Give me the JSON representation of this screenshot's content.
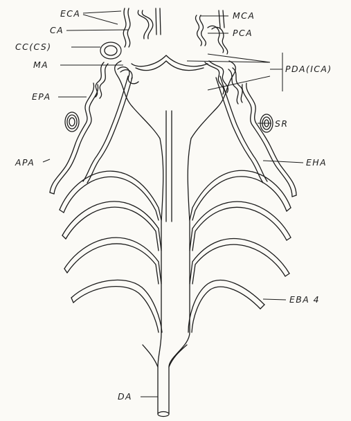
{
  "labels": {
    "eca": "ECA",
    "ca": "CA",
    "cc": "CC(CS)",
    "ma": "MA",
    "epa": "EPA",
    "apa": "APA",
    "mca": "MCA",
    "pca": "PCA",
    "pda": "PDA(ICA)",
    "sr": "SR",
    "eha": "EHA",
    "eba": "EBA 4",
    "da": "DA"
  },
  "colors": {
    "ink": "#1a1a1a",
    "paper": "#fbfaf6"
  }
}
